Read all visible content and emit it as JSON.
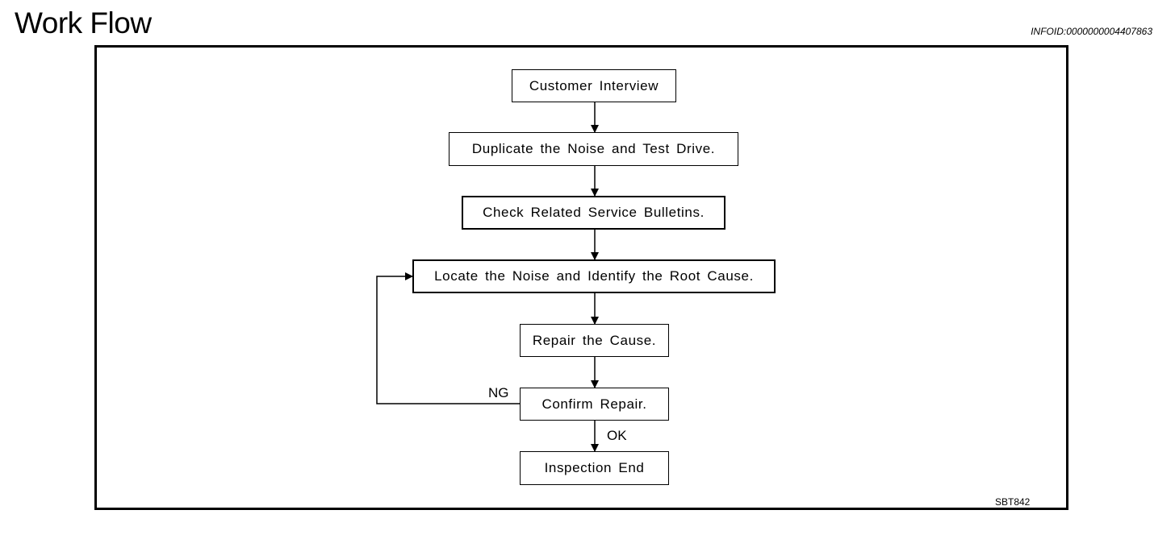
{
  "header": {
    "title": "Work Flow",
    "info_id": "INFOID:0000000004407863"
  },
  "diagram": {
    "steps": [
      "Customer Interview",
      "Duplicate the Noise and Test Drive.",
      "Check Related Service Bulletins.",
      "Locate the Noise and Identify the Root Cause.",
      "Repair the Cause.",
      "Confirm Repair.",
      "Inspection End"
    ],
    "branch_ng": "NG",
    "branch_ok": "OK",
    "figure_id": "SBT842"
  }
}
